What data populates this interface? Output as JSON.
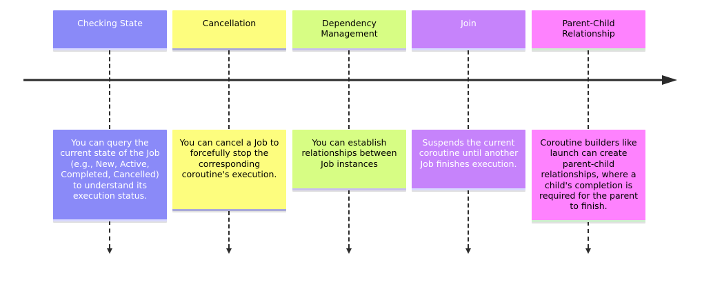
{
  "colors": {
    "line": "#2b2b2b",
    "section_1": "#8a8af8",
    "section_2": "#fdfd7e",
    "section_3": "#d7fd84",
    "section_4": "#c683fb",
    "section_5": "#fe82fe"
  },
  "events": [
    {
      "title": "Checking State",
      "description": "You can query the current state of the Job (e.g., New, Active, Completed, Cancelled) to understand its execution status."
    },
    {
      "title": "Cancellation",
      "description": "You can cancel a Job to forcefully stop the corresponding coroutine's execution."
    },
    {
      "title": "Dependency Management",
      "description": "You can establish relationships between Job instances"
    },
    {
      "title": "Join",
      "description": "Suspends the current coroutine until another Job finishes execution."
    },
    {
      "title": "Parent-Child Relationship",
      "description": "Coroutine builders like launch can create parent-child relationships, where a child's completion is required for the parent to finish."
    }
  ]
}
